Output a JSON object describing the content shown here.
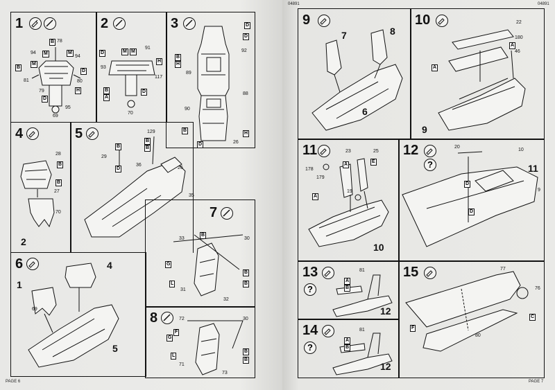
{
  "header": {
    "left_code": "04891",
    "right_code": "04891"
  },
  "footer": {
    "left_page": "PAGE 6",
    "right_page": "PAGE 7"
  },
  "icons": {
    "glue": "glue-icon",
    "paint": "paint-brush-icon",
    "question": "question-icon"
  },
  "steps": [
    {
      "number": "1",
      "labels": [
        "78",
        "94",
        "94",
        "81",
        "79",
        "80",
        "69",
        "95"
      ],
      "markers": [
        "B",
        "M",
        "M",
        "M",
        "B",
        "D",
        "H",
        "D"
      ]
    },
    {
      "number": "2",
      "labels": [
        "91",
        "93",
        "117",
        "70"
      ],
      "markers": [
        "D",
        "M",
        "M",
        "H",
        "B",
        "A",
        "D"
      ]
    },
    {
      "number": "3",
      "labels": [
        "92",
        "89",
        "88",
        "90",
        "26"
      ],
      "markers": [
        "D",
        "B",
        "H",
        "D",
        "B",
        "H",
        "D"
      ]
    },
    {
      "number": "4",
      "labels": [
        "28",
        "27",
        "70"
      ],
      "markers": [
        "B",
        "B"
      ],
      "part": "2"
    },
    {
      "number": "5",
      "labels": [
        "129",
        "29",
        "36",
        "26",
        "35"
      ],
      "markers": [
        "B",
        "D",
        "B",
        "B"
      ]
    },
    {
      "number": "6",
      "labels": [
        "69"
      ],
      "parts": [
        "1",
        "4",
        "5"
      ]
    },
    {
      "number": "7",
      "labels": [
        "33",
        "30",
        "31",
        "32"
      ],
      "markers": [
        "B",
        "G",
        "L",
        "B",
        "B"
      ]
    },
    {
      "number": "8",
      "labels": [
        "72",
        "30",
        "71",
        "73"
      ],
      "markers": [
        "F",
        "G",
        "L",
        "B",
        "B"
      ]
    },
    {
      "number": "9",
      "parts": [
        "7",
        "8",
        "6"
      ]
    },
    {
      "number": "10",
      "labels": [
        "22",
        "180",
        "46"
      ],
      "markers": [
        "A",
        "A"
      ],
      "part": "9"
    },
    {
      "number": "11",
      "labels": [
        "23",
        "25",
        "178",
        "179",
        "19"
      ],
      "markers": [
        "A",
        "E",
        "A"
      ],
      "part": "10"
    },
    {
      "number": "12",
      "labels": [
        "20",
        "10",
        "9"
      ],
      "markers": [
        "D",
        "D"
      ],
      "part": "11"
    },
    {
      "number": "13",
      "labels": [
        "81"
      ],
      "markers": [
        "A",
        "B"
      ],
      "part": "12"
    },
    {
      "number": "14",
      "labels": [
        "81"
      ],
      "markers": [
        "A",
        "B"
      ],
      "part": "12"
    },
    {
      "number": "15",
      "labels": [
        "77",
        "76",
        "80"
      ],
      "markers": [
        "F",
        "C"
      ]
    }
  ]
}
